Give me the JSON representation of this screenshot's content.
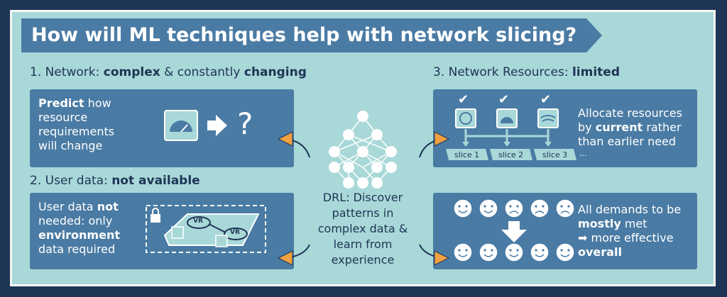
{
  "title": "How will ML techniques help with network slicing?",
  "sections": {
    "network": {
      "prefix": "1. Network: ",
      "b1": "complex",
      "mid": " & constantly ",
      "b2": "changing"
    },
    "user_data": {
      "prefix": "2. User data: ",
      "b1": "not available"
    },
    "resources": {
      "prefix": "3. Network Resources: ",
      "b1": "limited"
    }
  },
  "panel1": {
    "b1": "Predict",
    "t1": " how",
    "t2": "resource",
    "t3": "requirements",
    "t4": "will change",
    "question": "?"
  },
  "panel2": {
    "t1": "User data ",
    "b1": "not",
    "t2": "needed: only",
    "b2": "environment",
    "t3": "data required",
    "vr1": "VR",
    "vr2": "VR"
  },
  "panel3": {
    "t1": "Allocate resources",
    "t2": "by ",
    "b1": "current",
    "t3": " rather",
    "t4": "than earlier need",
    "slices": [
      "slice 1",
      "slice 2",
      "slice 3"
    ],
    "ellipsis": "..."
  },
  "panel4": {
    "t1": "All demands to be",
    "b1": "mostly",
    "t2": " met",
    "t3": "➡ more effective",
    "b2": "overall"
  },
  "center": {
    "lines": [
      "DRL: Discover",
      "patterns in",
      "complex data &",
      "learn from",
      "experience"
    ]
  },
  "colors": {
    "panel": "#4a7ba4",
    "background": "#a9d8d8",
    "navy": "#1e3556",
    "arrow": "#f0a040",
    "icon": "#a9d8d8"
  }
}
